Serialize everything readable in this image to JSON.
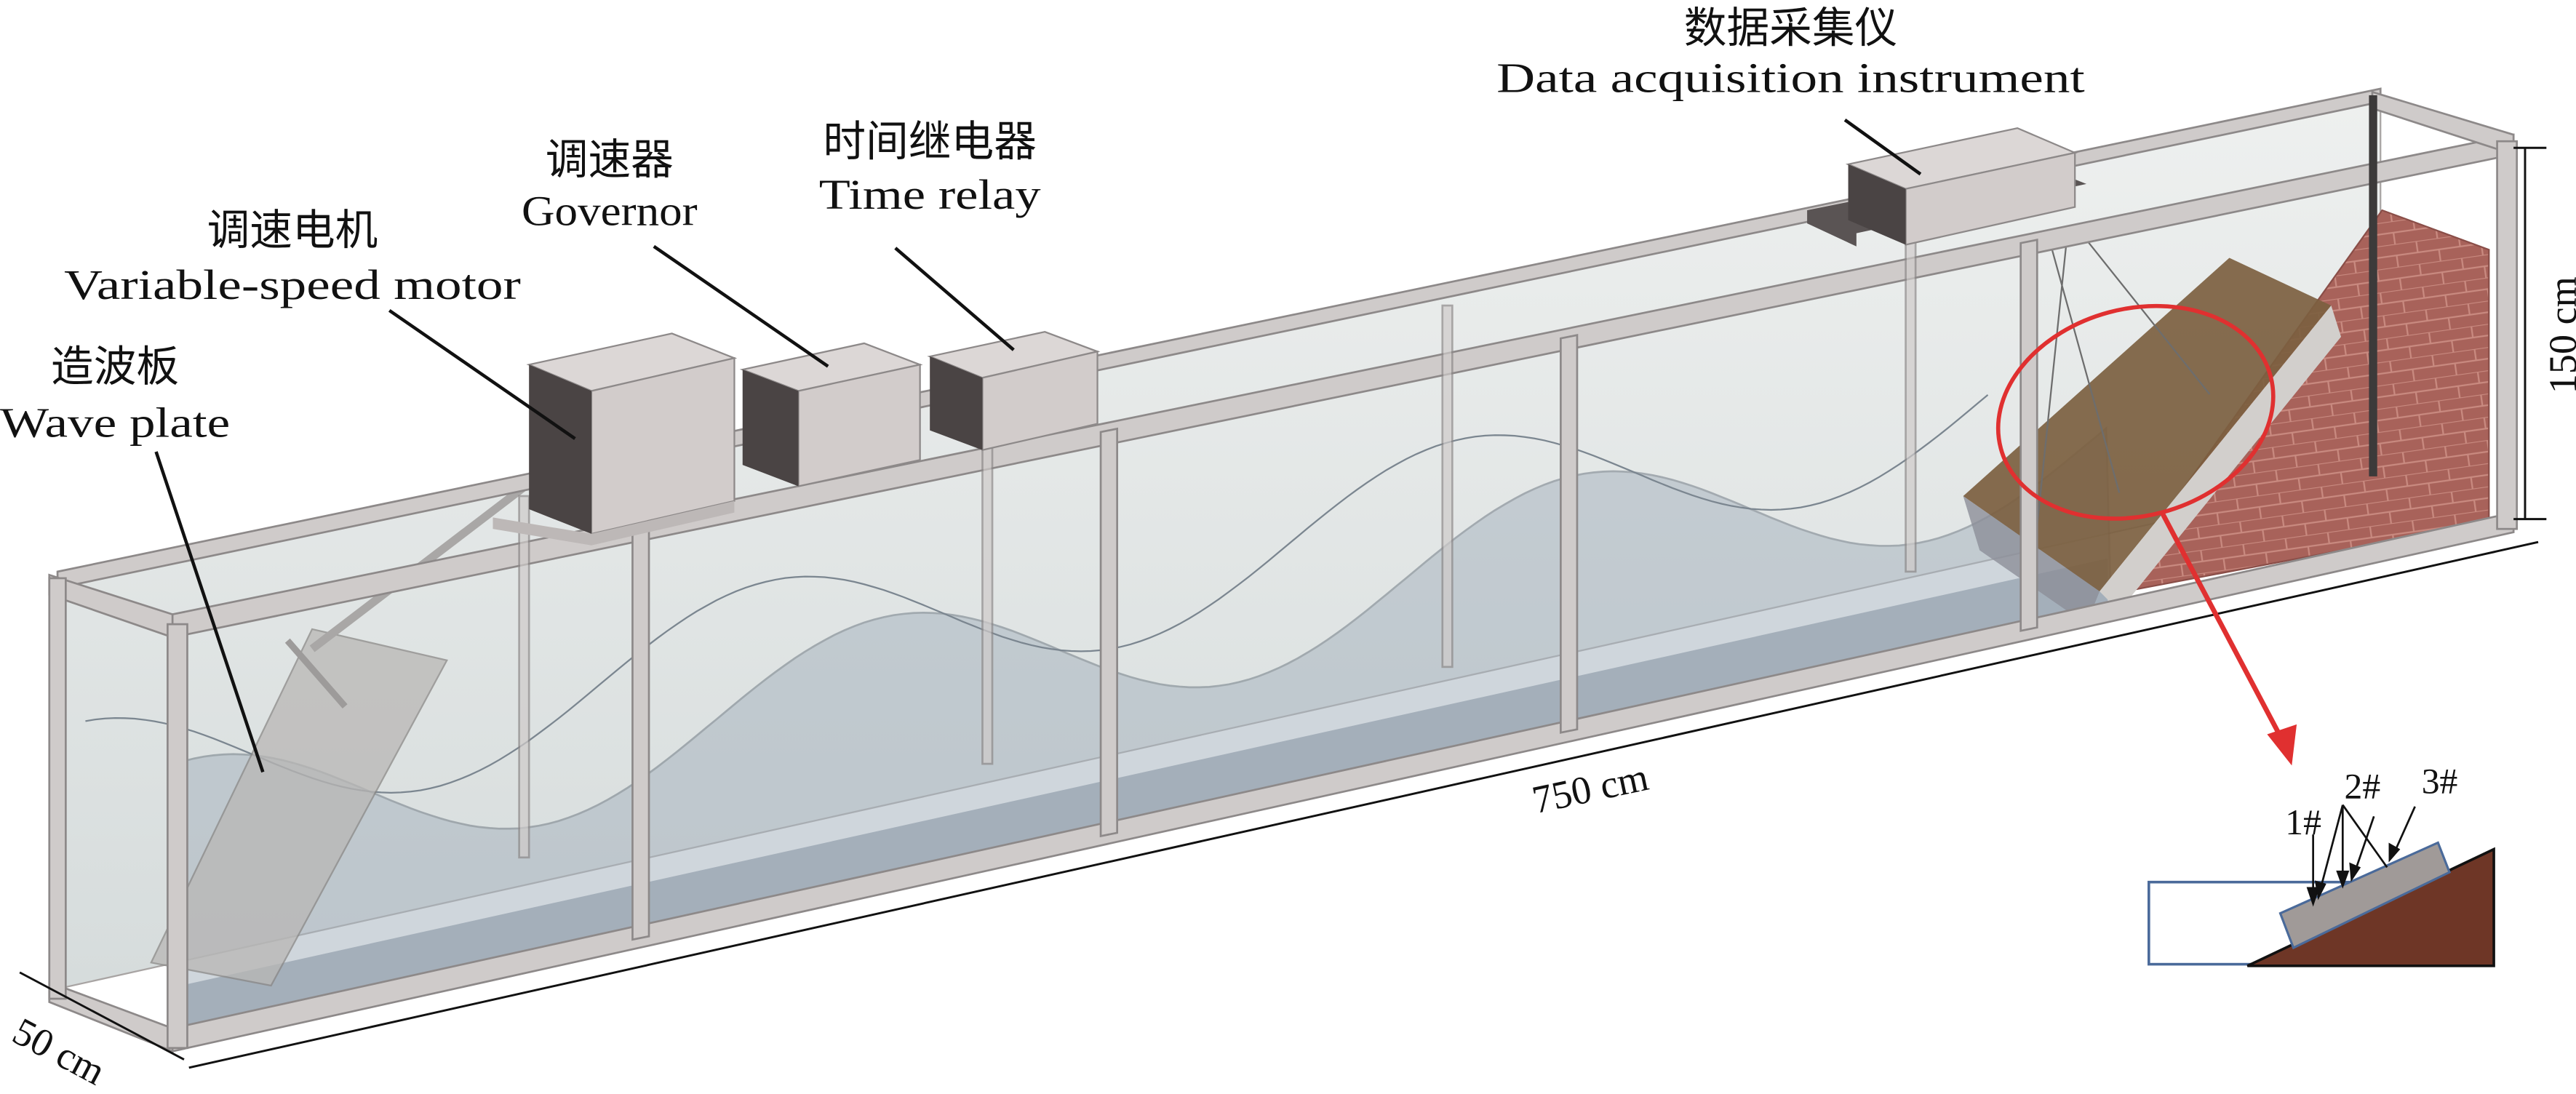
{
  "labels": {
    "data_instrument_cn": "数据采集仪",
    "data_instrument_en": "Data acquisition instrument",
    "governor_cn": "调速器",
    "governor_en": "Governor",
    "time_relay_cn": "时间继电器",
    "time_relay_en": "Time relay",
    "motor_cn": "调速电机",
    "motor_en": "Variable-speed motor",
    "wave_plate_cn": "造波板",
    "wave_plate_en": "Wave plate"
  },
  "dimensions": {
    "length": "750 cm",
    "height": "150 cm",
    "width": "50 cm"
  },
  "inset": {
    "sensor_1": "1#",
    "sensor_2": "2#",
    "sensor_3": "3#"
  },
  "colors": {
    "highlight": "#e03030",
    "brick": "#a8625a",
    "slope_inset": "#6e3626",
    "plate_inset": "#a09a98",
    "water": "#9aa6b2"
  }
}
